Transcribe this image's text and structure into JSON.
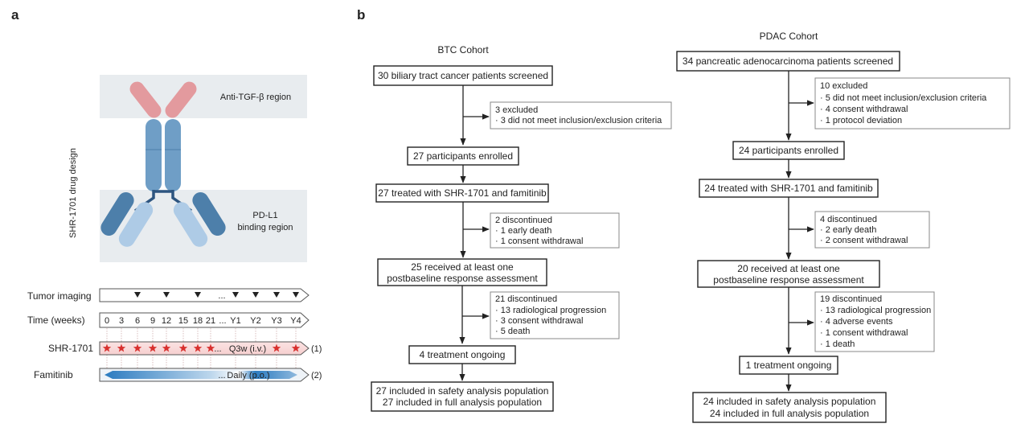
{
  "panel_a": {
    "label": "a",
    "drug_design_label": "SHR-1701 drug design",
    "tgf_region_label": "Anti-TGF-β region",
    "pdl1_region_label_1": "PD-L1",
    "pdl1_region_label_2": "binding region",
    "rows": {
      "tumor_imaging": "Tumor imaging",
      "time": "Time (weeks)",
      "shr1701": "SHR-1701",
      "famitinib": "Famitinib"
    },
    "tumor_imaging_ellipsis": "...",
    "time_ticks": [
      "0",
      "3",
      "6",
      "9",
      "12",
      "15",
      "18",
      "21",
      "...",
      "Y1",
      "Y2",
      "Y3",
      "Y4"
    ],
    "shr_ellipsis": "...",
    "shr_schedule": "Q3w (i.v.)",
    "shr_note": "(1)",
    "fam_ellipsis": "...",
    "fam_schedule": "Daily (p.o.)",
    "fam_note": "(2)",
    "colors": {
      "antibody_blue": "#6f9ec6",
      "antibody_dark": "#2d5580",
      "tgf_pink": "#e39a9e",
      "region_band": "#e8ecef",
      "star_red": "#d8302e",
      "famitinib_blue": "#2b7bc0"
    }
  },
  "panel_b": {
    "label": "b",
    "btc": {
      "title": "BTC Cohort",
      "screened": "30 biliary tract cancer patients screened",
      "excluded_title": "3 excluded",
      "excluded_items": [
        "· 3 did not meet inclusion/exclusion criteria"
      ],
      "enrolled": "27 participants enrolled",
      "treated": "27 treated with SHR-1701 and famitinib",
      "disc1_title": "2 discontinued",
      "disc1_items": [
        "·  1  early death",
        "·  1  consent withdrawal"
      ],
      "assessed_1": "25 received at least one",
      "assessed_2": "postbaseline response assessment",
      "disc2_title": "21 discontinued",
      "disc2_items": [
        "· 13 radiological progression",
        "·  3  consent withdrawal",
        "·  5  death"
      ],
      "ongoing": "4 treatment ongoing",
      "final_1": "27 included in safety analysis population",
      "final_2": "27 included in full analysis population"
    },
    "pdac": {
      "title": "PDAC Cohort",
      "screened": "34 pancreatic adenocarcinoma patients screened",
      "excluded_title": "10 excluded",
      "excluded_items": [
        "· 5 did not meet inclusion/exclusion criteria",
        "· 4 consent withdrawal",
        "· 1 protocol deviation"
      ],
      "enrolled": "24 participants enrolled",
      "treated": "24 treated with SHR-1701 and famitinib",
      "disc1_title": "4 discontinued",
      "disc1_items": [
        "·  2  early death",
        "·  2  consent withdrawal"
      ],
      "assessed_1": "20 received at least one",
      "assessed_2": "postbaseline response assessment",
      "disc2_title": "19 discontinued",
      "disc2_items": [
        "· 13 radiological progression",
        "·  4  adverse events",
        "·  1  consent withdrawal",
        "·  1  death"
      ],
      "ongoing": "1 treatment ongoing",
      "final_1": "24 included in safety analysis population",
      "final_2": "24 included in full analysis population"
    }
  }
}
